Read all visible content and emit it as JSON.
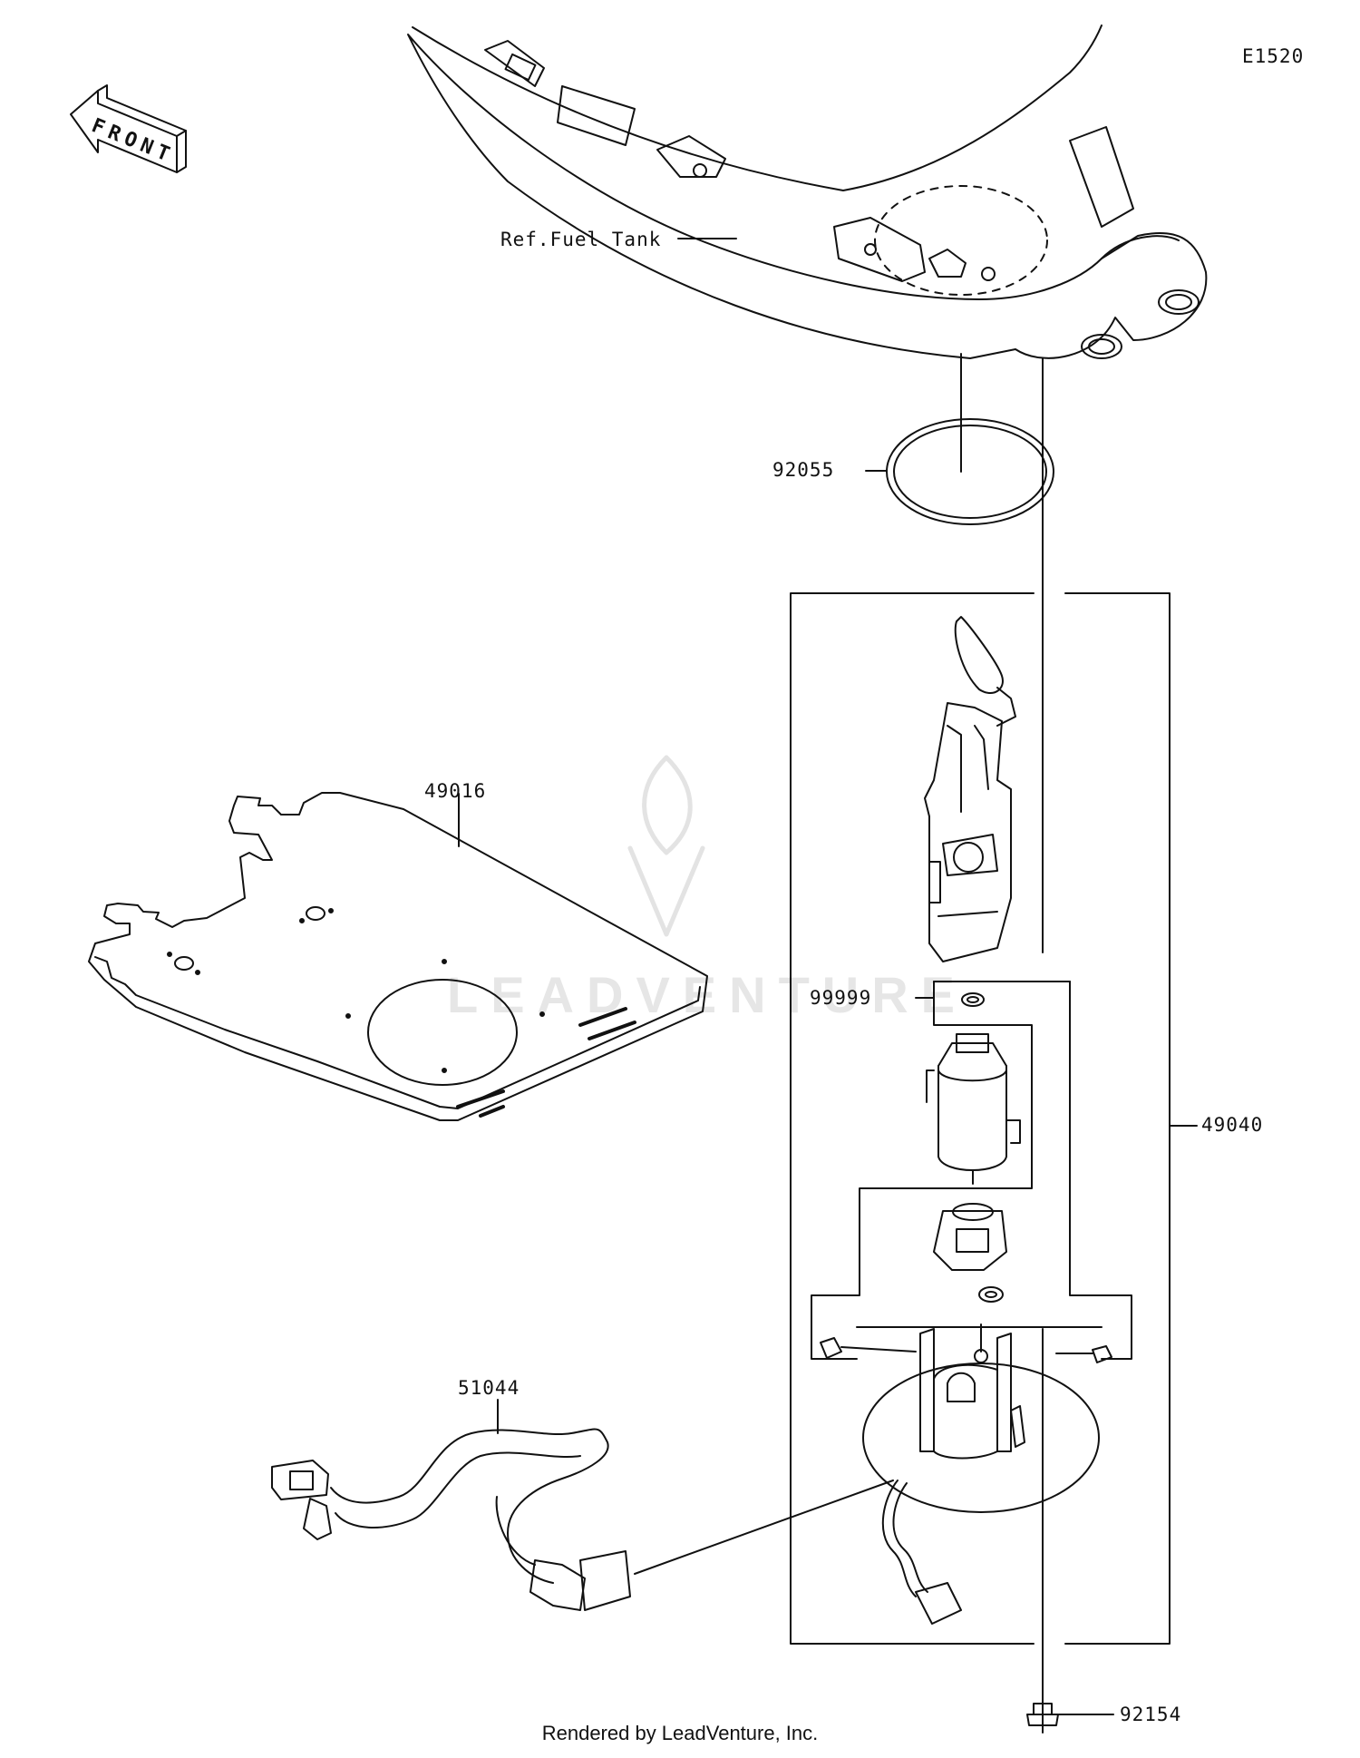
{
  "diagram_code": "E1520",
  "front_label": "FRONT",
  "ref_label": "Ref.Fuel Tank",
  "parts": {
    "o_ring": "92055",
    "pad": "49016",
    "pump_assy": "49040",
    "kit": "99999",
    "harness": "51044",
    "bolt": "92154"
  },
  "watermark": "LEADVENTURE",
  "footer": "Rendered by LeadVenture, Inc."
}
